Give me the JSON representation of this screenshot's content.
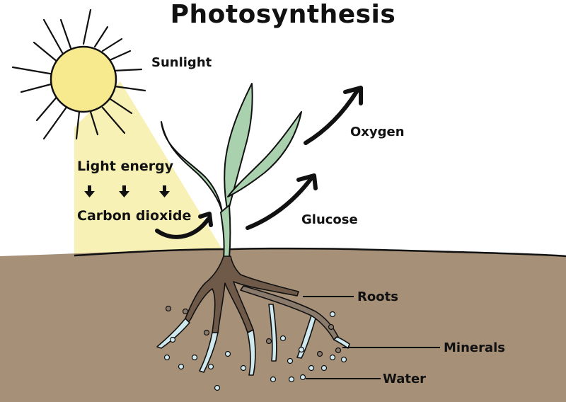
{
  "title": "Photosynthesis",
  "labels": {
    "sunlight": "Sunlight",
    "light_energy": "Light energy",
    "carbon_dioxide": "Carbon dioxide",
    "oxygen": "Oxygen",
    "glucose": "Glucose",
    "roots": "Roots",
    "minerals": "Minerals",
    "water": "Water"
  },
  "colors": {
    "sun": "#f7e98e",
    "light_beam": "#f8f1b6",
    "leaf": "#a9d1ad",
    "soil": "#a69078",
    "root": "#6f5a4a",
    "root_tip": "#cfe9ef",
    "outline": "#111111"
  },
  "icons": [
    "sun-icon",
    "down-arrow-icon",
    "curved-arrow-icon",
    "plant-illustration",
    "roots-illustration"
  ]
}
